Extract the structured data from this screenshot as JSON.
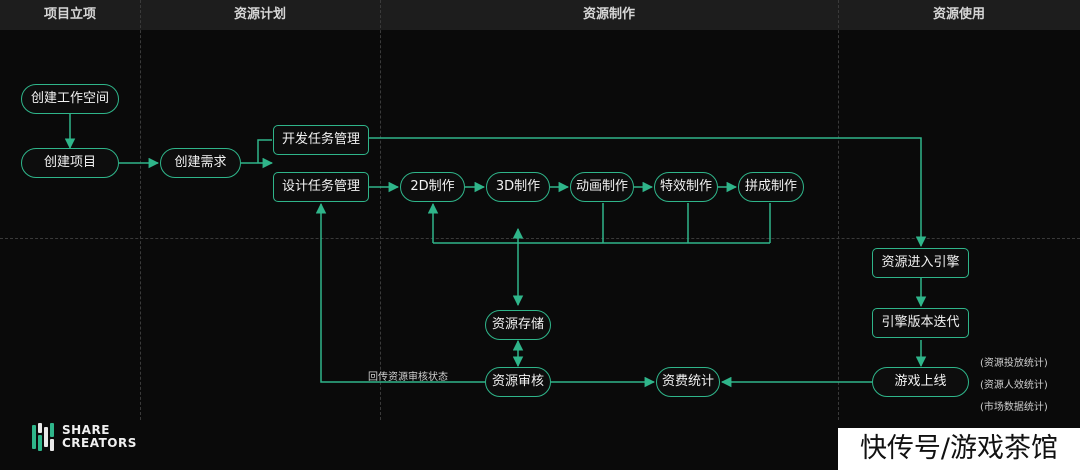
{
  "header": {
    "columns": [
      "项目立项",
      "资源计划",
      "资源制作",
      "资源使用"
    ]
  },
  "nodes": {
    "create_workspace": "创建工作空间",
    "create_project": "创建项目",
    "create_demand": "创建需求",
    "dev_task_mgmt": "开发任务管理",
    "design_task_mgmt": "设计任务管理",
    "make_2d": "2D制作",
    "make_3d": "3D制作",
    "make_anim": "动画制作",
    "make_fx": "特效制作",
    "make_assembly": "拼成制作",
    "asset_storage": "资源存储",
    "asset_review": "资源审核",
    "cost_stats": "资费统计",
    "asset_into_engine": "资源进入引擎",
    "engine_version_iter": "引擎版本迭代",
    "game_launch": "游戏上线"
  },
  "edge_labels": {
    "return_review_status": "回传资源审核状态"
  },
  "notes": [
    "(资源投放统计)",
    "(资源人效统计)",
    "(市场数据统计)"
  ],
  "logo": {
    "line1": "SHARE",
    "line2": "CREATORS"
  },
  "watermark": "快传号/游戏茶馆",
  "colors": {
    "accent": "#2fb58a",
    "background": "#0a0a0a",
    "header": "#1d1d1d"
  }
}
